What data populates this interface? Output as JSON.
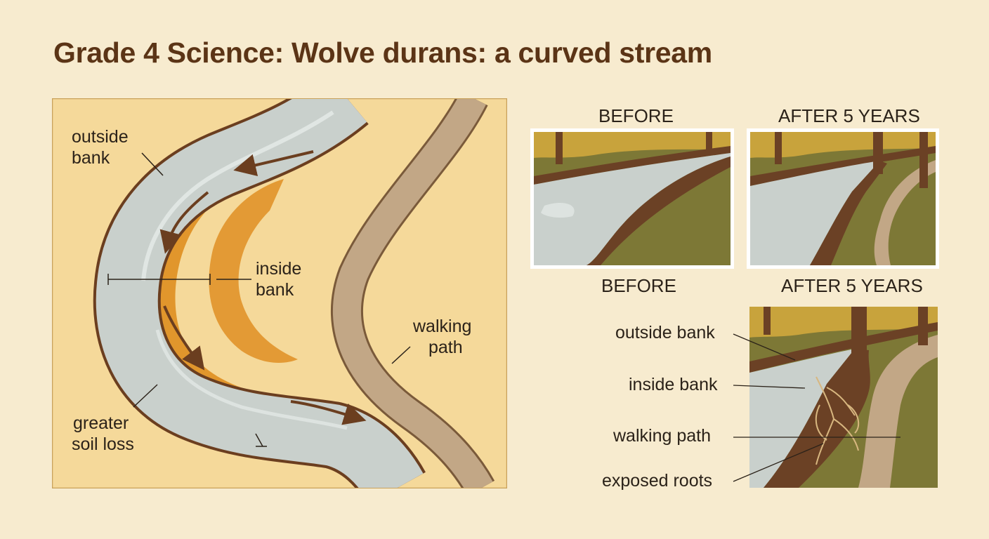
{
  "title": "Grade 4 Science: Wolve durans: a curved stream",
  "map": {
    "labels": {
      "outside_bank": [
        "outside",
        "bank"
      ],
      "inside_bank": [
        "inside",
        "bank"
      ],
      "walking_path": [
        "walking",
        "path"
      ],
      "soil_loss": [
        "greater",
        "soil loss"
      ]
    }
  },
  "photos": {
    "top_before": "BEFORE",
    "top_after": "AFTER 5 YEARS",
    "bottom_before": "BEFORE",
    "bottom_after": "AFTER 5 YEARS"
  },
  "callouts": [
    "outside bank",
    "inside bank",
    "walking path",
    "exposed roots"
  ],
  "colors": {
    "background": "#f7ebcf",
    "map_sand": "#f5d99a",
    "eroded_bank": "#e1962c",
    "water": "#c9d0cc",
    "path": "#c2a786",
    "grass": "#7d7836",
    "trees": "#6b4125",
    "title": "#5b3416"
  }
}
